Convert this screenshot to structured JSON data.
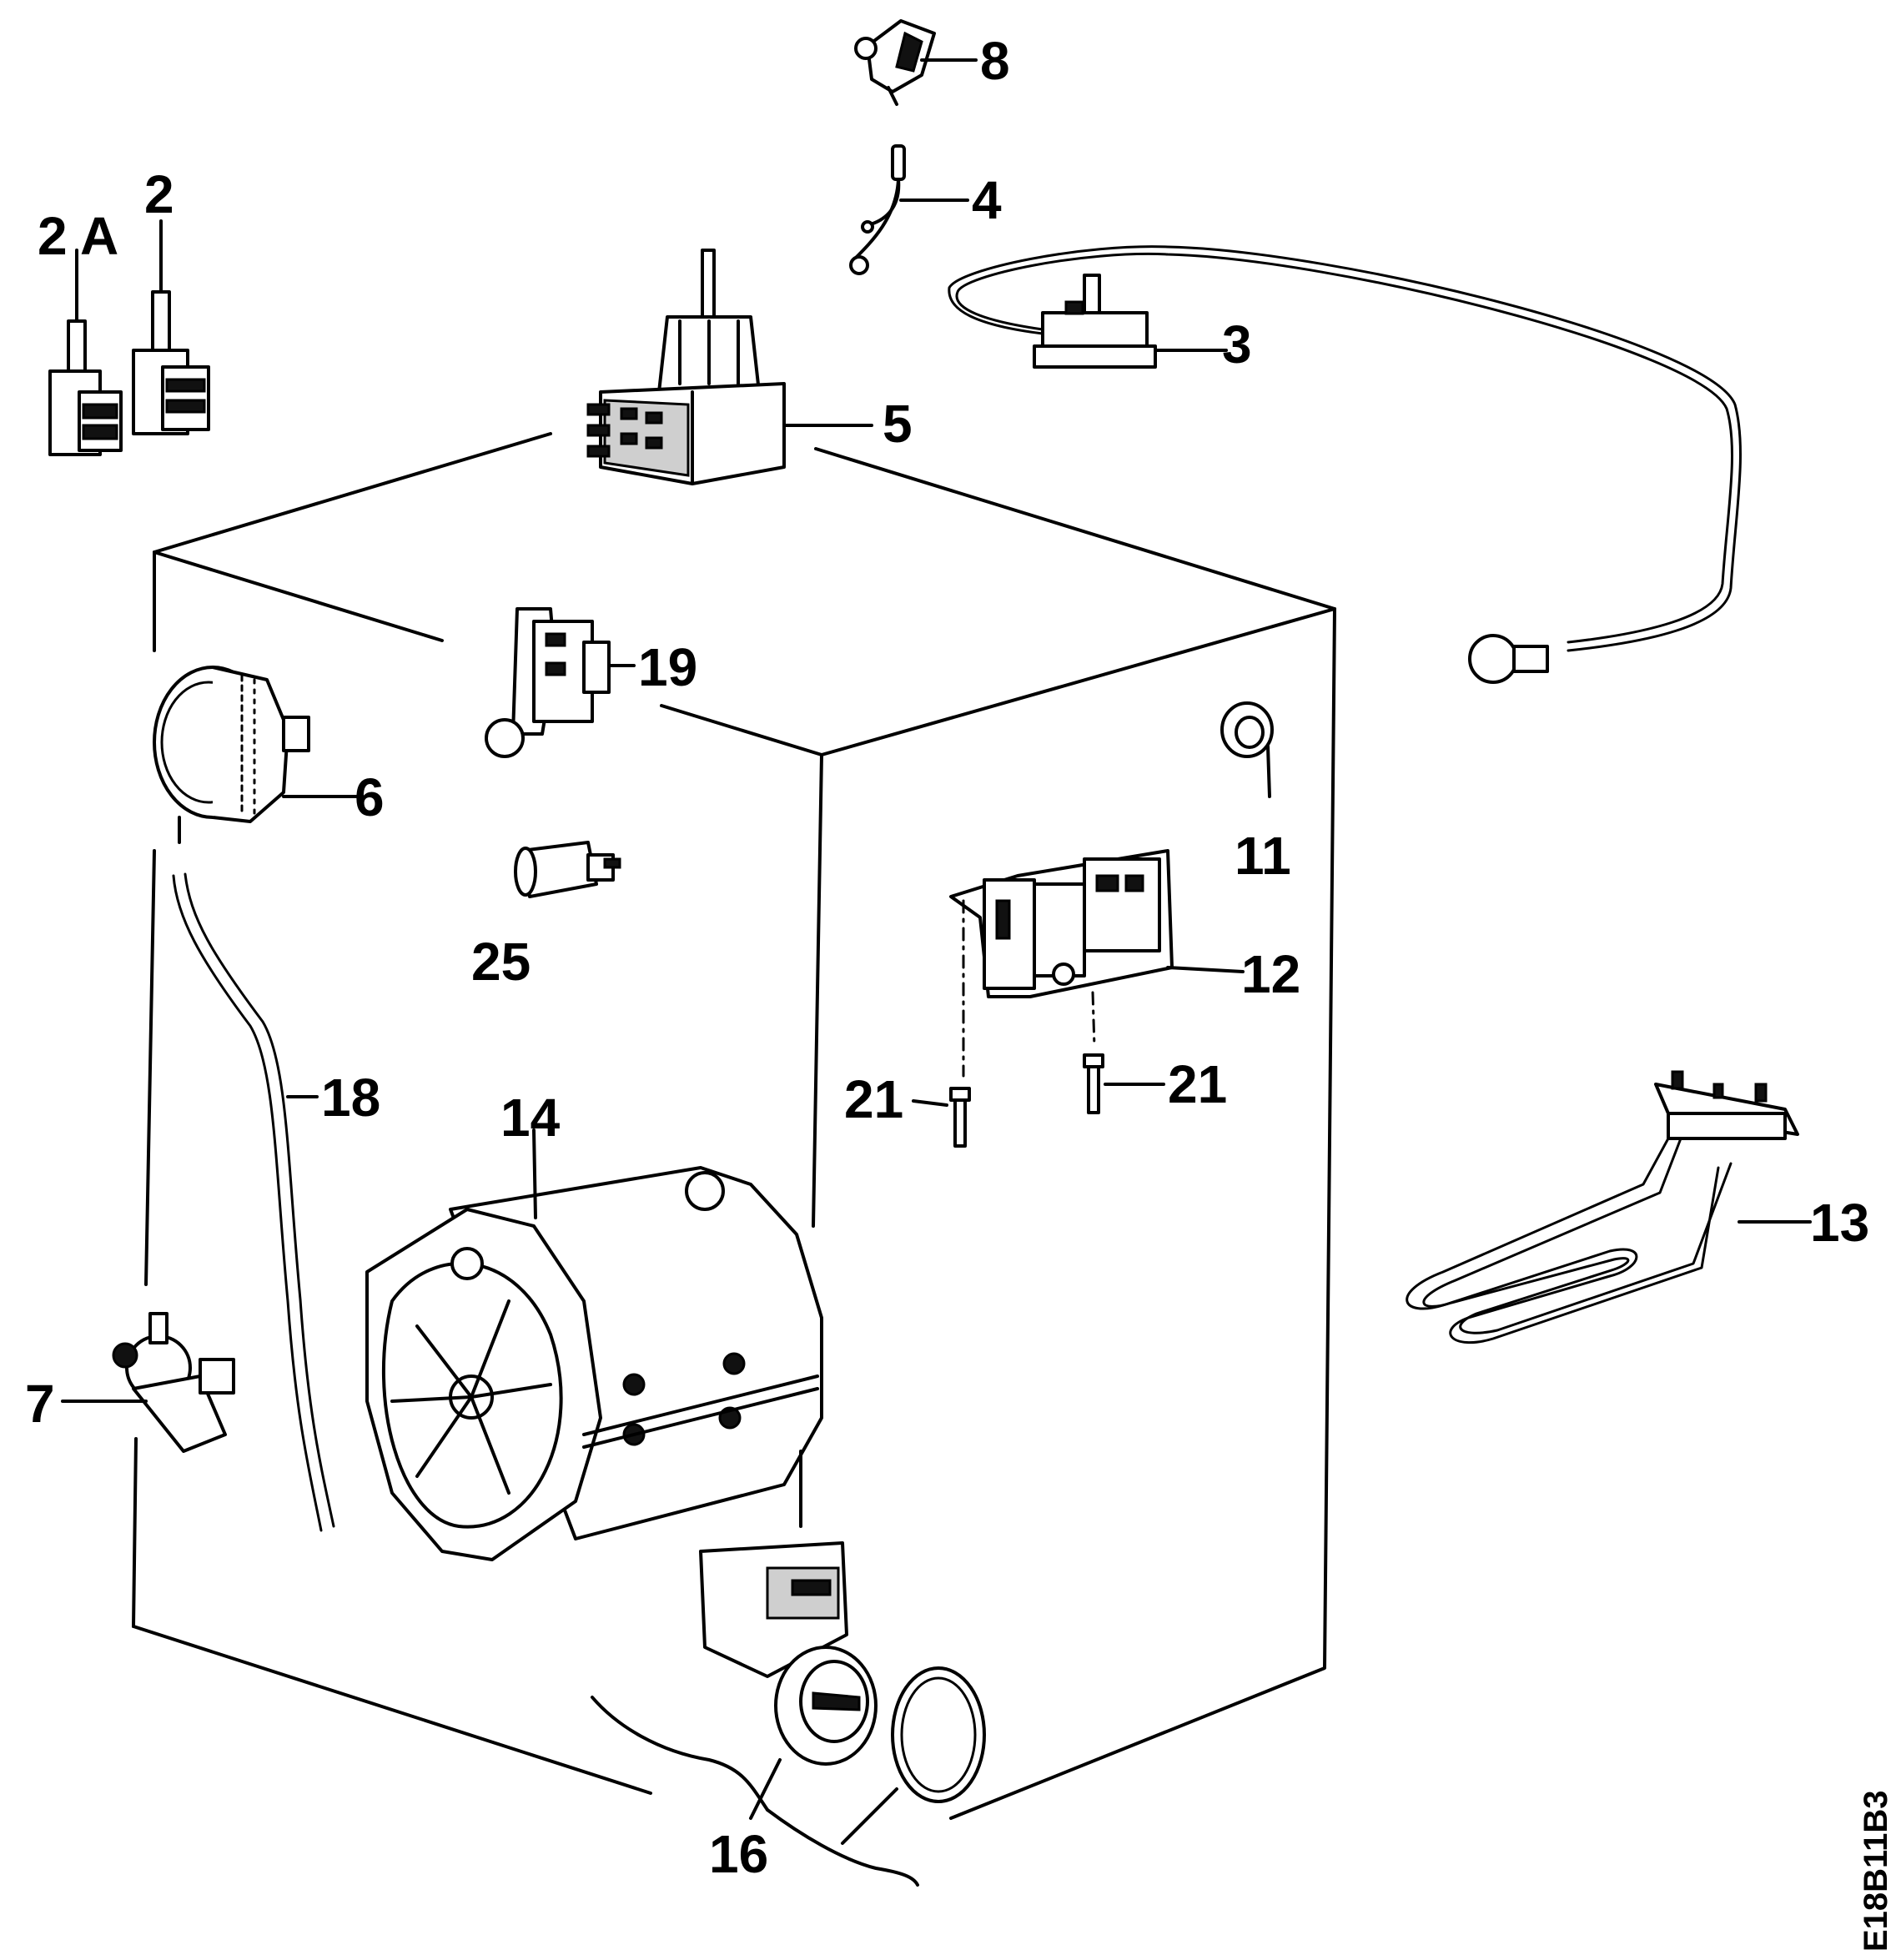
{
  "diagram": {
    "drawing_code": "E18B11B3",
    "callouts": {
      "c8": "8",
      "c2a": "2 A",
      "c2": "2",
      "c4": "4",
      "c3": "3",
      "c5": "5",
      "c19": "19",
      "c6": "6",
      "c11": "11",
      "c25": "25",
      "c12": "12",
      "c18": "18",
      "c14": "14",
      "c21a": "21",
      "c21b": "21",
      "c13": "13",
      "c7": "7",
      "c16": "16"
    }
  }
}
